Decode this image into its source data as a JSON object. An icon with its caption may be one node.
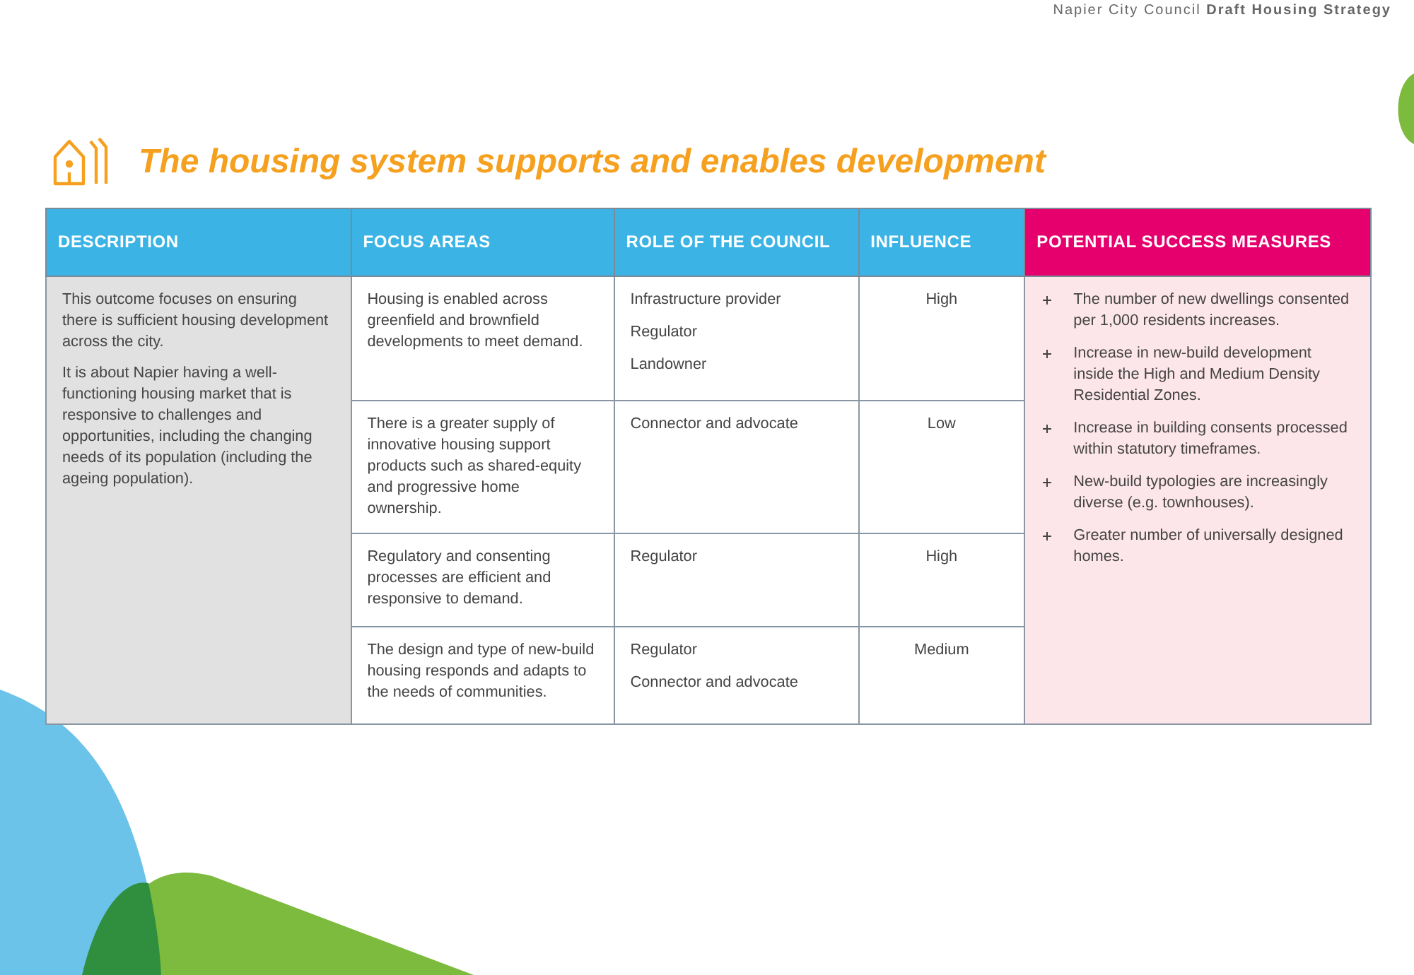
{
  "diagram": {
    "title": "The housing system supports and enables development",
    "labels": [
      "Napier City Council **Draft Housing Strategy**",
      "DESCRIPTION",
      "FOCUS AREAS",
      "ROLE OF THE COUNCIL",
      "INFLUENCE",
      "POTENTIAL SUCCESS MEASURES",
      "This outcome focuses on ensuring there is sufficient housing development across the city.",
      "It is about Napier having a well-functioning housing market that is responsive to challenges and opportunities, including the changing needs of its population (including the ageing population).",
      "Housing is enabled across greenfield and brownfield developments to meet demand.",
      "Infrastructure provider",
      "Regulator",
      "Landowner",
      "High",
      "The number of new dwellings consented per 1,000 residents increases.",
      "Increase in new-build development inside the High and Medium Density Residential Zones.",
      "Increase in building consents processed within statutory timeframes.",
      "New-build typologies are increasingly diverse (e.g. townhouses).",
      "Greater number of universally designed homes.",
      "There is a greater supply of innovative housing support products such as shared-equity and progressive home ownership.",
      "Connector and advocate",
      "Low",
      "Regulatory and consenting processes are efficient and responsive to demand.",
      "Regulator",
      "High",
      "The design and type of new-build housing responds and adapts to the needs of communities.",
      "Regulator",
      "Connector and advocate",
      "Medium"
    ]
  }
}
